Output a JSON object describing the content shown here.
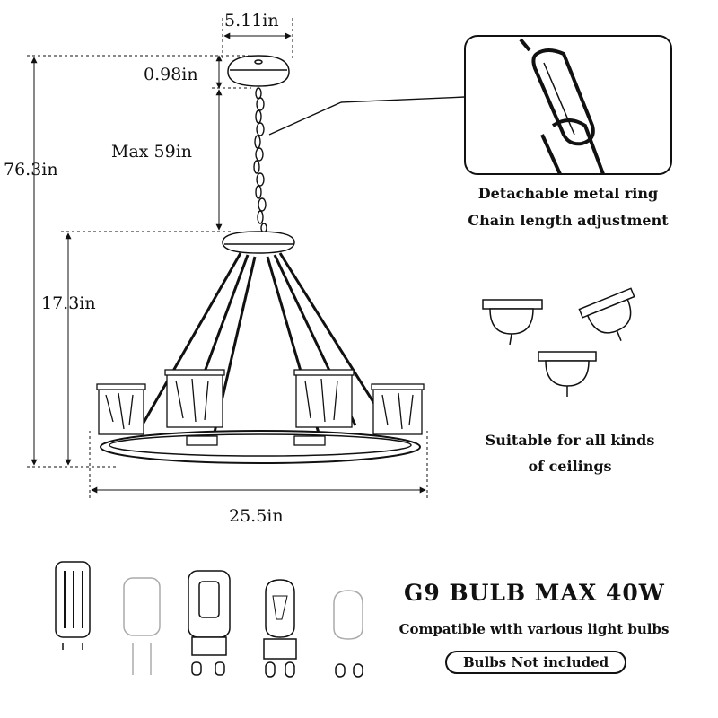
{
  "dimensions": {
    "canopy_width": "5.11in",
    "canopy_height": "0.98in",
    "chain_length": "Max 59in",
    "total_height": "76.3in",
    "body_height": "17.3in",
    "diameter": "25.5in"
  },
  "chain_callout": {
    "line1": "Detachable metal ring",
    "line2": "Chain length adjustment"
  },
  "ceiling_callout": {
    "line1": "Suitable for all kinds",
    "line2": "of ceilings"
  },
  "bulbs": {
    "title": "G9 BULB MAX 40W",
    "subtitle": "Compatible with various light bulbs",
    "note": "Bulbs Not included"
  }
}
